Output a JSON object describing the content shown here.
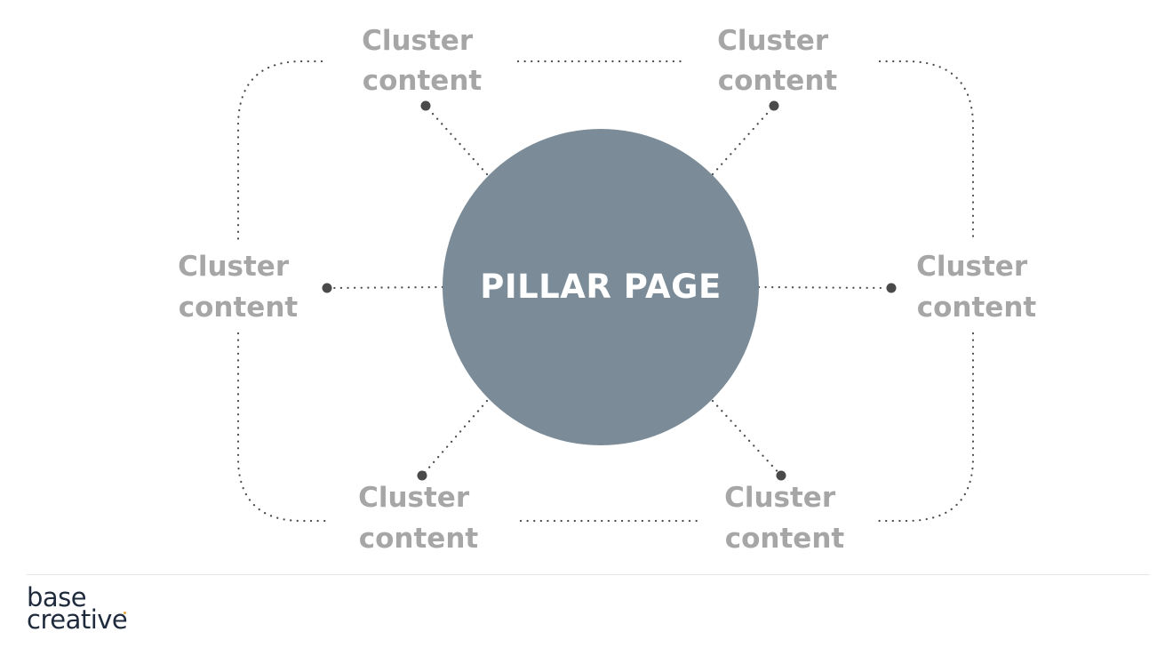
{
  "diagram": {
    "center": {
      "label": "PILLAR PAGE",
      "color": "#7b8c98",
      "text_color": "#ffffff"
    },
    "clusters": [
      {
        "id": "top-left",
        "line1": "Cluster",
        "line2": "content"
      },
      {
        "id": "top-right",
        "line1": "Cluster",
        "line2": "content"
      },
      {
        "id": "left",
        "line1": "Cluster",
        "line2": "content"
      },
      {
        "id": "right",
        "line1": "Cluster",
        "line2": "content"
      },
      {
        "id": "bottom-left",
        "line1": "Cluster",
        "line2": "content"
      },
      {
        "id": "bottom-right",
        "line1": "Cluster",
        "line2": "content"
      }
    ],
    "cluster_text_color": "#a6a6a6",
    "connector_color": "#4a4a4a"
  },
  "brand": {
    "line1": "base",
    "line2": "creative",
    "color": "#1f2b3d",
    "accent": "#e8a33d"
  }
}
